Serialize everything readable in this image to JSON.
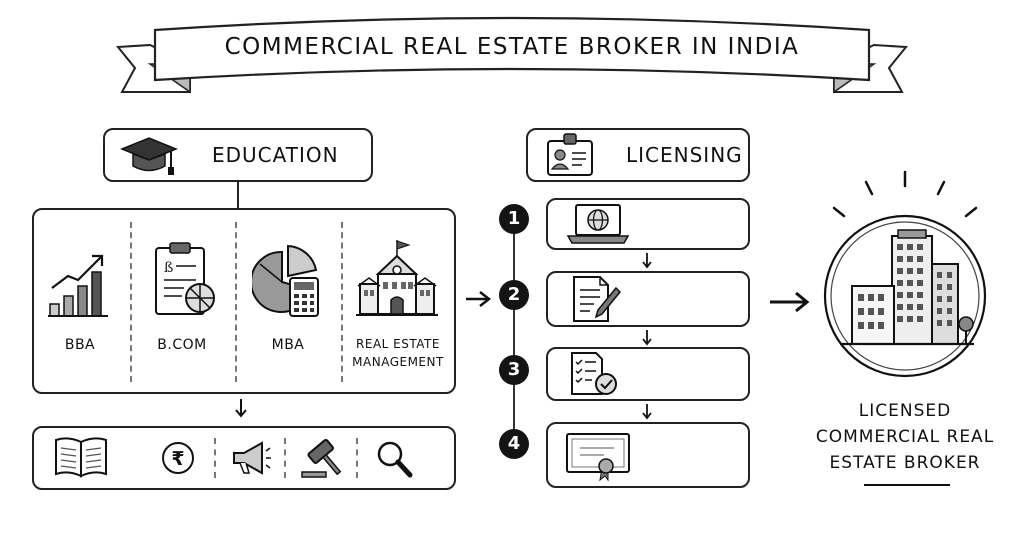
{
  "title": "COMMERCIAL REAL ESTATE BROKER IN INDIA",
  "education": {
    "header": "EDUCATION",
    "header_icon": "graduation-cap-icon",
    "degrees": [
      {
        "label": "BBA",
        "icon": "growth-chart-icon"
      },
      {
        "label": "B.COM",
        "icon": "clipboard-report-icon"
      },
      {
        "label": "MBA",
        "icon": "pie-calculator-icon"
      },
      {
        "label": "REAL ESTATE MANAGEMENT",
        "line1": "REAL ESTATE",
        "line2": "MANAGEMENT",
        "icon": "school-building-icon"
      }
    ],
    "skills_icons": [
      "open-book-icon",
      "rupee-coin-icon",
      "megaphone-icon",
      "gavel-icon",
      "magnifier-icon"
    ]
  },
  "licensing": {
    "header": "LICENSING",
    "header_icon": "id-badge-icon",
    "steps": [
      {
        "number": "1",
        "icon": "laptop-globe-icon"
      },
      {
        "number": "2",
        "icon": "document-pen-icon"
      },
      {
        "number": "3",
        "icon": "checklist-icon"
      },
      {
        "number": "4",
        "icon": "certificate-icon"
      }
    ]
  },
  "result": {
    "line1": "LICENSED",
    "line2": "COMMERCIAL REAL",
    "line3": "ESTATE BROKER",
    "icon": "office-buildings-icon"
  }
}
